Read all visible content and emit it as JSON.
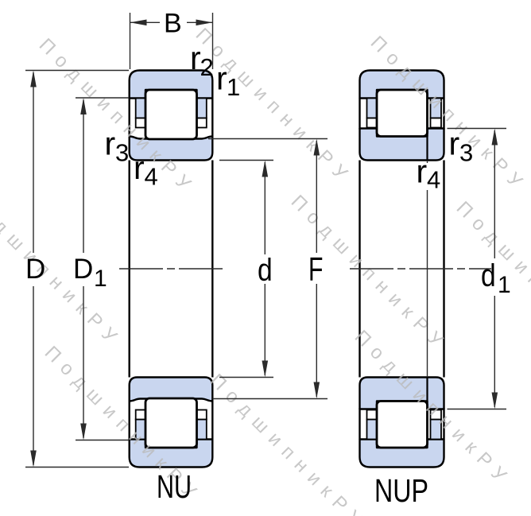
{
  "diagram": {
    "type": "cylindrical-roller-bearing-cross-sections",
    "left_view_label": "NU",
    "right_view_label": "NUP"
  },
  "labels": {
    "B": "B",
    "D": "D",
    "D1": {
      "main": "D",
      "sub": "1"
    },
    "d": "d",
    "F": "F",
    "d1": {
      "main": "d",
      "sub": "1"
    },
    "r1": {
      "main": "r",
      "sub": "1"
    },
    "r2": {
      "main": "r",
      "sub": "2"
    },
    "r3": {
      "main": "r",
      "sub": "3"
    },
    "r4": {
      "main": "r",
      "sub": "4"
    }
  },
  "watermark": {
    "text": "ПодшипникРУ"
  },
  "colors": {
    "blue": "#c9d6ef",
    "ink": "#000000",
    "dim": "#2b2b2b",
    "wm": "#bbbbbb"
  }
}
